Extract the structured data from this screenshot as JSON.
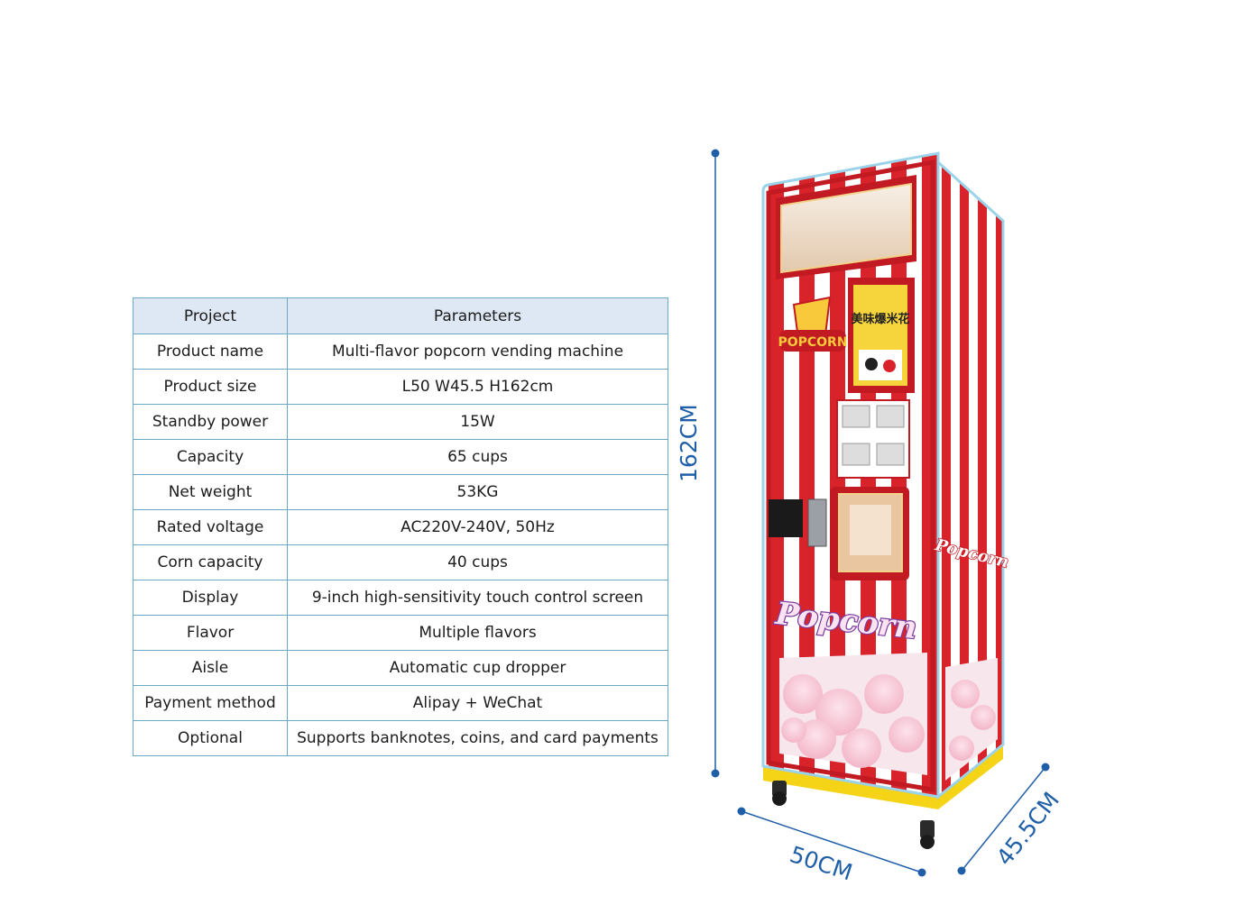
{
  "table": {
    "headers": [
      "Project",
      "Parameters"
    ],
    "rows": [
      [
        "Product name",
        "Multi-flavor popcorn vending machine"
      ],
      [
        "Product size",
        "L50 W45.5 H162cm"
      ],
      [
        "Standby power",
        "15W"
      ],
      [
        "Capacity",
        "65 cups"
      ],
      [
        "Net weight",
        "53KG"
      ],
      [
        "Rated voltage",
        "AC220V-240V, 50Hz"
      ],
      [
        "Corn capacity",
        "40 cups"
      ],
      [
        "Display",
        "9-inch high-sensitivity touch control screen"
      ],
      [
        "Flavor",
        "Multiple flavors"
      ],
      [
        "Aisle",
        "Automatic cup dropper"
      ],
      [
        "Payment method",
        "Alipay + WeChat"
      ],
      [
        "Optional",
        "Supports banknotes, coins, and card payments"
      ]
    ]
  },
  "dimensions": {
    "height": "162CM",
    "width": "50CM",
    "depth": "45.5CM"
  },
  "machine": {
    "logo_text": "POPCORN",
    "front_logo": "Popcorn",
    "side_logo": "Popcorn",
    "poster_text": "美味爆米花"
  },
  "colors": {
    "stripe_red": "#d8232a",
    "dimension_blue": "#1f5fa8",
    "table_border": "#6aa8c6",
    "table_header_bg": "#dde8f4",
    "base_yellow": "#f5d316"
  }
}
